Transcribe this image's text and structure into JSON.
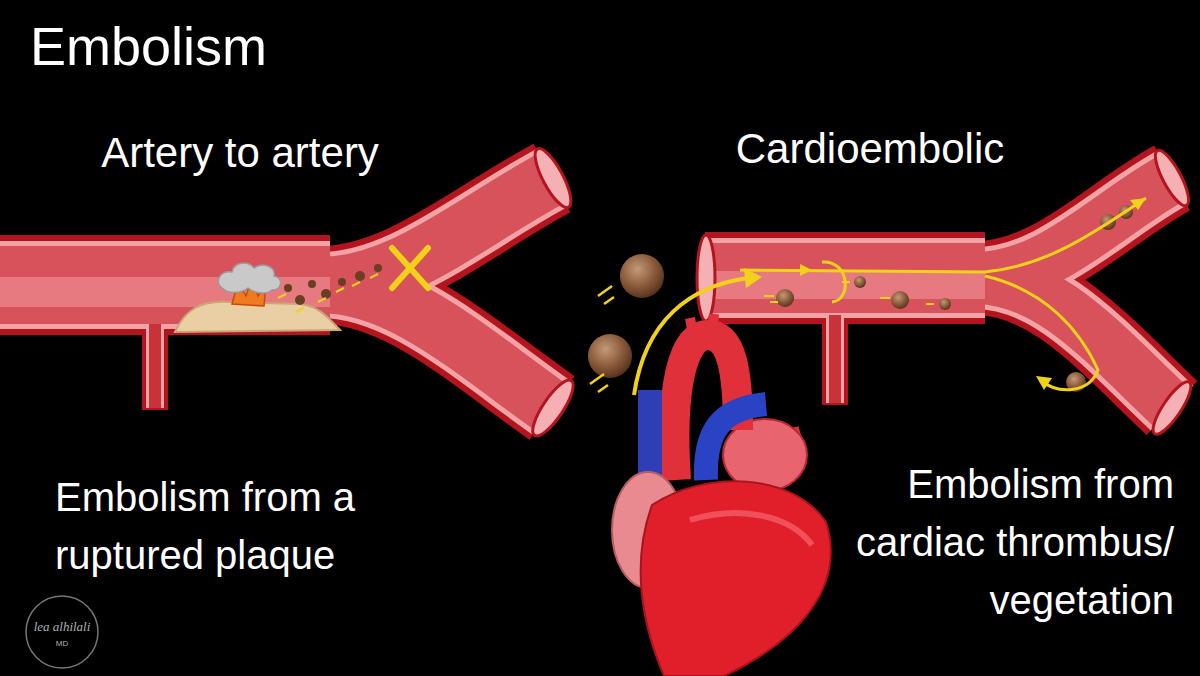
{
  "diagram": {
    "title": "Embolism",
    "labels": [
      "Artery to artery",
      "Embolism from a ruptured plaque",
      "Cardioembolic",
      "Embolism from cardiac thrombus/ vegetation",
      "lea alhilali",
      "MD"
    ]
  }
}
